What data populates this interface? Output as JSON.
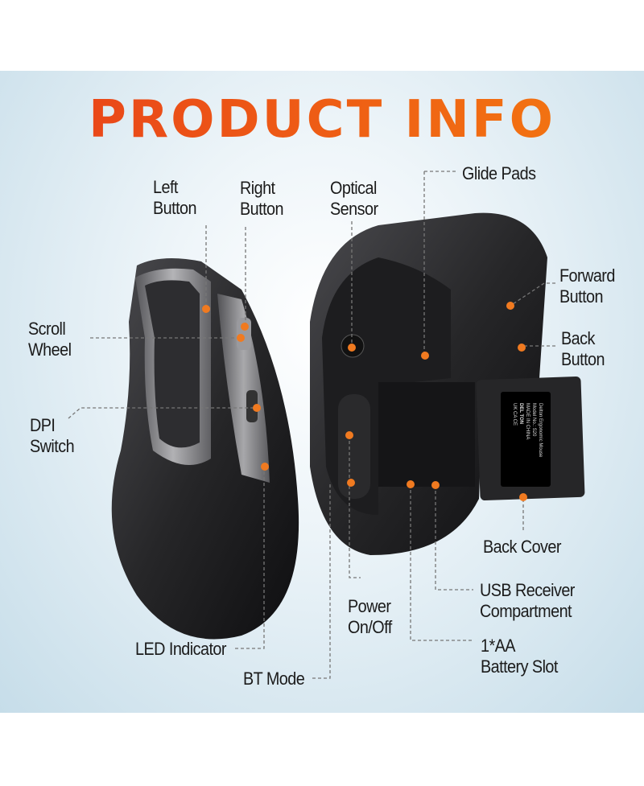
{
  "title": "PRODUCT INFO",
  "colors": {
    "accent": "#f05a1a",
    "dot": "#f07a20",
    "mouse_body": "#2a2a2c",
    "background": "#c6dde9"
  },
  "labels": {
    "left_button": [
      "Left",
      "Button"
    ],
    "right_button": [
      "Right",
      "Button"
    ],
    "optical_sensor": [
      "Optical",
      "Sensor"
    ],
    "glide_pads": [
      "Glide Pads"
    ],
    "forward_button": [
      "Forward",
      "Button"
    ],
    "back_button": [
      "Back",
      "Button"
    ],
    "scroll_wheel": [
      "Scroll",
      "Wheel"
    ],
    "dpi_switch": [
      "DPI",
      "Switch"
    ],
    "back_cover": [
      "Back Cover"
    ],
    "usb_receiver": [
      "USB Receiver",
      "Compartment"
    ],
    "power": [
      "Power",
      "On/Off"
    ],
    "battery": [
      "1*AA",
      "Battery Slot"
    ],
    "led": [
      "LED Indicator"
    ],
    "bt_mode": [
      "BT Mode"
    ]
  },
  "product_label": {
    "brand": "DEL TON",
    "name": "Delton Ergonomic Mouse",
    "model": "Model No.: S20",
    "origin": "MADE IN CHINA",
    "marks": "UK CA CE"
  }
}
